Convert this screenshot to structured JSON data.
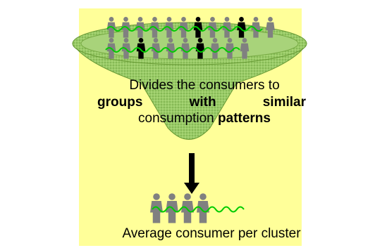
{
  "description": {
    "line1": "Divides the consumers to",
    "line2_words": [
      "groups",
      "with",
      "similar"
    ],
    "line3_normal": "consumption ",
    "line3_bold": "patterns"
  },
  "caption": "Average consumer per cluster",
  "colors": {
    "background": "#ffff99",
    "funnel_fill": "#99cc66",
    "funnel_edge": "#669933",
    "person_gray": "#808080",
    "person_black": "#000000",
    "wave": "#00cc00"
  },
  "icons": {
    "top_row": [
      "person",
      "person",
      "person",
      "person",
      "person",
      "person",
      "person-black",
      "person",
      "person",
      "person-black",
      "person",
      "person"
    ],
    "second_row": [
      "person",
      "person",
      "person-black",
      "person",
      "person",
      "person",
      "person-black",
      "person",
      "person",
      "person"
    ],
    "cluster_row": [
      "person",
      "person",
      "person",
      "person"
    ]
  }
}
